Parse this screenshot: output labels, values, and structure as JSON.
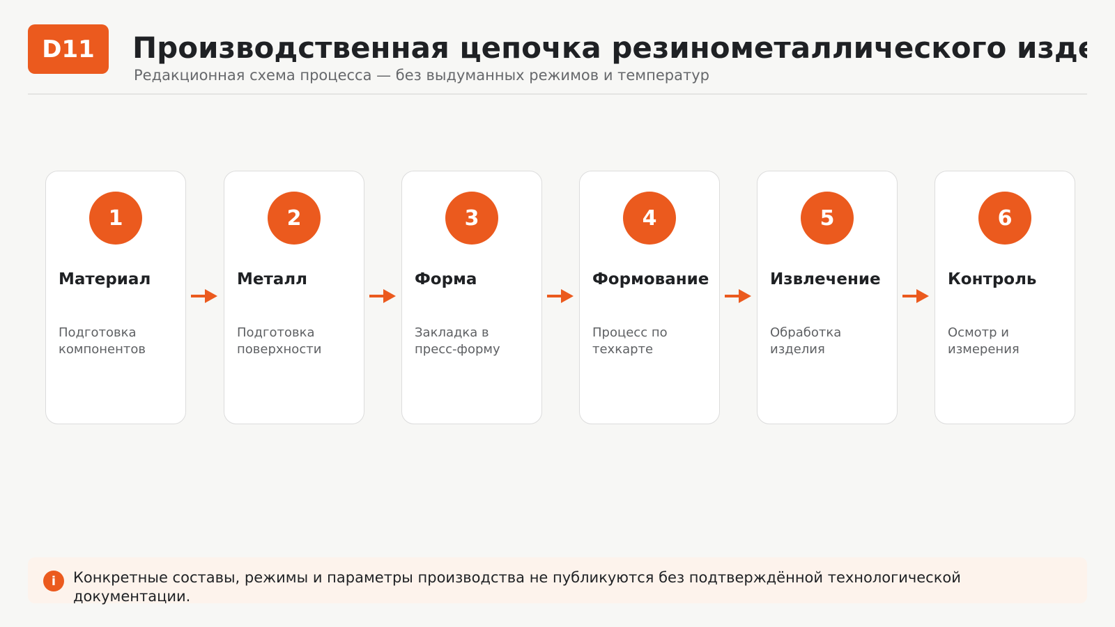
{
  "header": {
    "badge": "D11",
    "title": "Производственная цепочка резинометаллического изделия",
    "subtitle": "Редакционная схема процесса — без выдуманных режимов и температур"
  },
  "steps": [
    {
      "number": "1",
      "title": "Материал",
      "description": "Подготовка компонентов"
    },
    {
      "number": "2",
      "title": "Металл",
      "description": "Подготовка поверхности"
    },
    {
      "number": "3",
      "title": "Форма",
      "description": "Закладка в пресс-форму"
    },
    {
      "number": "4",
      "title": "Формование",
      "description": "Процесс по техкарте"
    },
    {
      "number": "5",
      "title": "Извлечение",
      "description": "Обработка изделия"
    },
    {
      "number": "6",
      "title": "Контроль",
      "description": "Осмотр и измерения"
    }
  ],
  "note": {
    "icon": "info-icon",
    "text": "Конкретные составы, режимы и параметры производства не публикуются без подтверждённой технологической документации."
  },
  "colors": {
    "accent": "#eb5a1e",
    "background": "#f7f7f5",
    "note_background": "#fdf3ec"
  }
}
